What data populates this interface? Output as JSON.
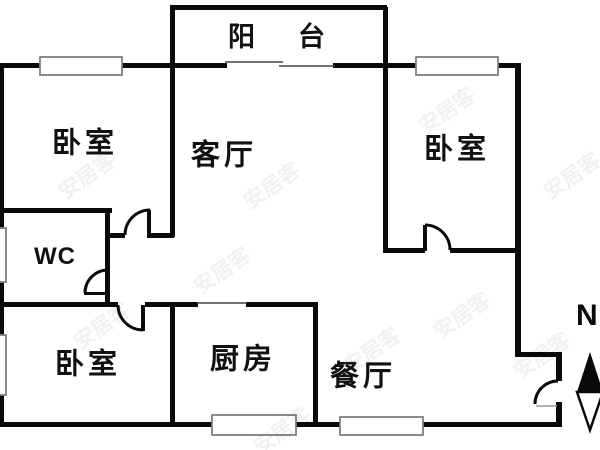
{
  "rooms": {
    "balcony": "阳台",
    "bedroom_tl": "卧室",
    "living": "客厅",
    "bedroom_tr": "卧室",
    "wc": "WC",
    "bedroom_bl": "卧室",
    "kitchen": "厨房",
    "dining": "餐厅"
  },
  "compass": {
    "label": "N"
  },
  "watermark": {
    "text": "安居客"
  },
  "colors": {
    "wall": "#0a0a0a",
    "window_border": "#808080",
    "background": "#ffffff"
  }
}
